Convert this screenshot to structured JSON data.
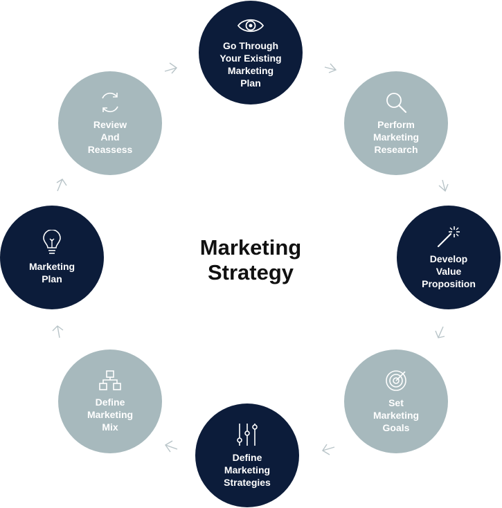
{
  "title": "Marketing\nStrategy",
  "colors": {
    "dark": "#0c1c3a",
    "light": "#a7b9bd",
    "arrow": "#b8c4c8",
    "text": "#111111"
  },
  "steps": [
    {
      "label": "Go Through\nYour Existing\nMarketing\nPlan",
      "icon": "eye-icon",
      "tone": "dark"
    },
    {
      "label": "Perform\nMarketing\nResearch",
      "icon": "magnifier-icon",
      "tone": "light"
    },
    {
      "label": "Develop\nValue\nProposition",
      "icon": "magic-wand-icon",
      "tone": "dark"
    },
    {
      "label": "Set\nMarketing\nGoals",
      "icon": "target-icon",
      "tone": "light"
    },
    {
      "label": "Define\nMarketing\nStrategies",
      "icon": "sliders-icon",
      "tone": "dark"
    },
    {
      "label": "Define\nMarketing\nMix",
      "icon": "hierarchy-icon",
      "tone": "light"
    },
    {
      "label": "Marketing\nPlan",
      "icon": "lightbulb-icon",
      "tone": "dark"
    },
    {
      "label": "Review\nAnd\nReassess",
      "icon": "refresh-cycle-icon",
      "tone": "light"
    }
  ]
}
